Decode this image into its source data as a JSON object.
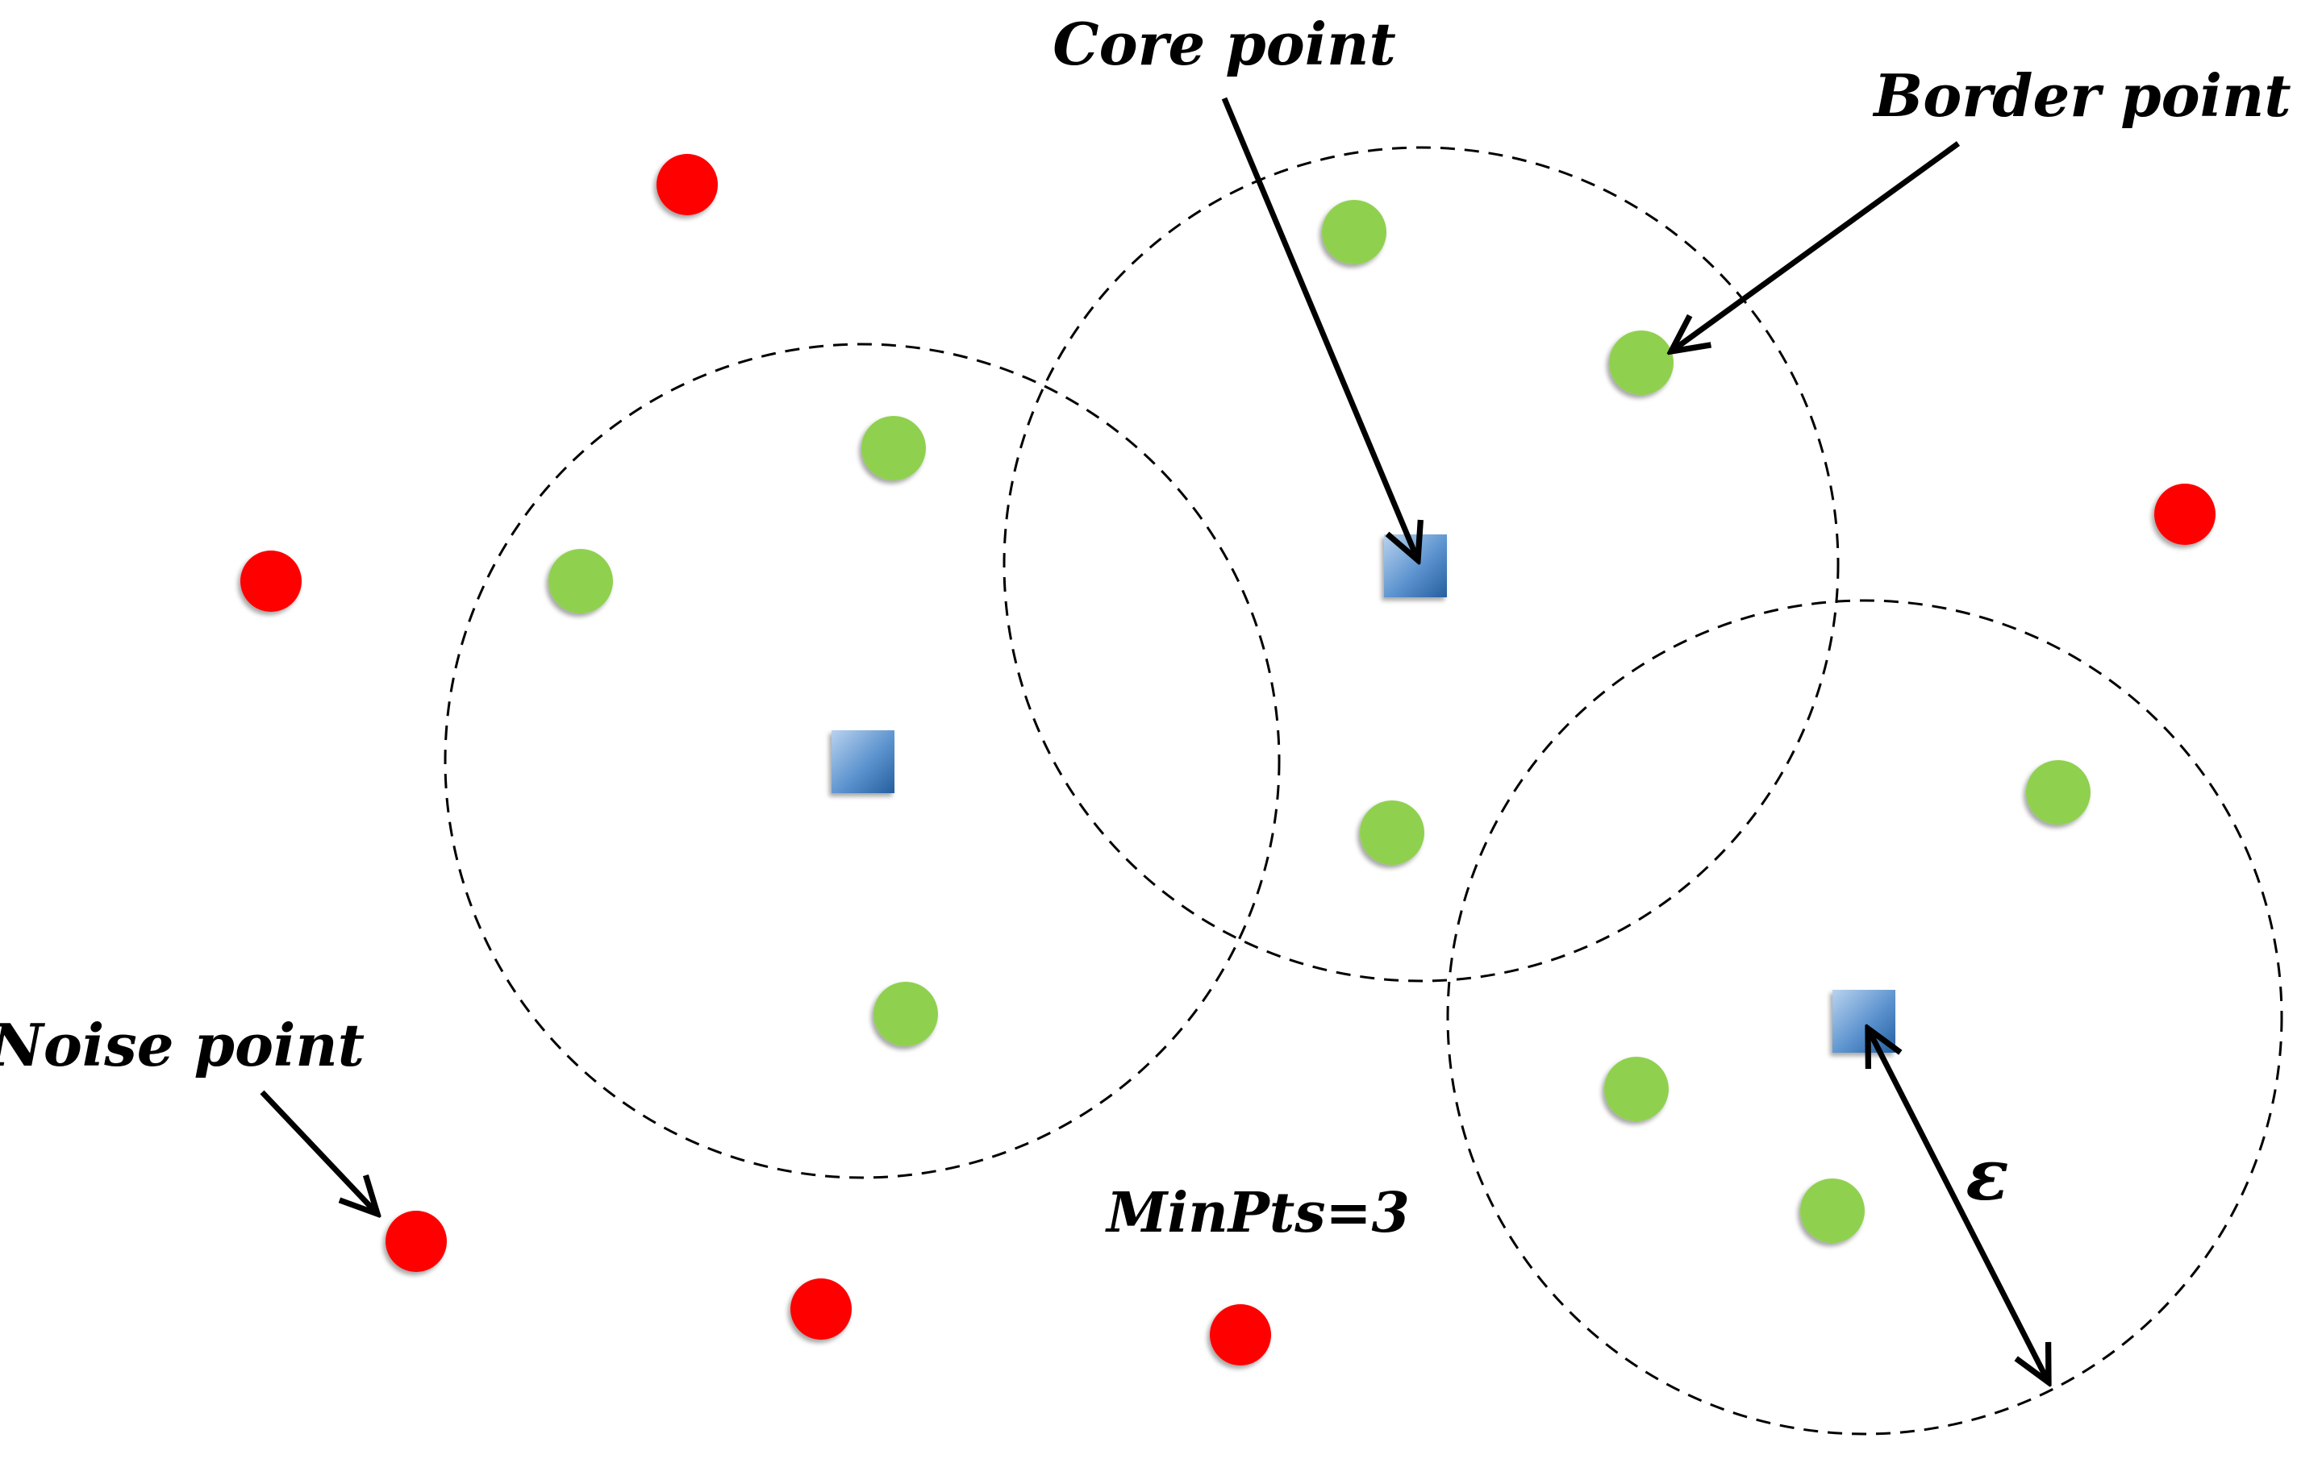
{
  "labels": {
    "core_point": "Core point",
    "border_point": "Border point",
    "noise_point": "Noise point",
    "epsilon": "ε",
    "min_pts": "MinPts=3"
  },
  "colors": {
    "noise": "#ff0000",
    "border": "#8fd14f",
    "core_light": "#a8c8ea",
    "core_dark": "#2e6eb0",
    "circle": "#000000",
    "arrow": "#000000"
  }
}
